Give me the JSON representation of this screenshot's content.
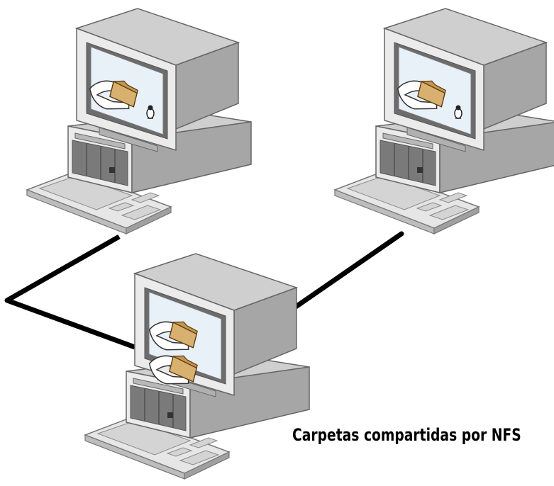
{
  "caption": "Carpetas compartidas por NFS",
  "colors": {
    "case_front": "#ebebeb",
    "case_side": "#a6a6a6",
    "case_top": "#cfcfcf",
    "drive_panel": "#7a7a7a",
    "screen": "#e8f0f8",
    "folder": "#d8b070",
    "cable": "#000000"
  },
  "nodes": [
    {
      "id": "client-left",
      "screen_folders": 1,
      "icon": "linux-penguin-icon"
    },
    {
      "id": "client-right",
      "screen_folders": 1,
      "icon": "linux-penguin-icon"
    },
    {
      "id": "server-center",
      "screen_folders": 2,
      "icon": ""
    }
  ]
}
